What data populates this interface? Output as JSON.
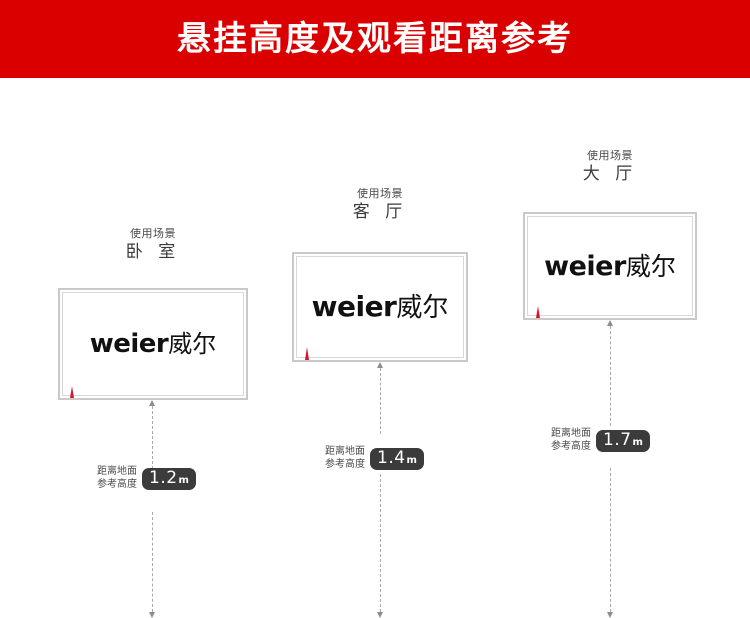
{
  "header": {
    "title": "悬挂高度及观看距离参考",
    "background_color": "#db0000",
    "text_color": "#ffffff"
  },
  "logo": {
    "latin": "weier",
    "cjk": "威尔",
    "mark_color": "#d7142b",
    "text_color": "#111111"
  },
  "scenes": [
    {
      "caption_small": "使用场景",
      "caption_big": "卧 室",
      "measure_line1": "距离地面",
      "measure_line2": "参考高度",
      "badge_value": "1.2",
      "badge_unit": "m"
    },
    {
      "caption_small": "使用场景",
      "caption_big": "客 厅",
      "measure_line1": "距离地面",
      "measure_line2": "参考高度",
      "badge_value": "1.4",
      "badge_unit": "m"
    },
    {
      "caption_small": "使用场景",
      "caption_big": "大 厅",
      "measure_line1": "距离地面",
      "measure_line2": "参考高度",
      "badge_value": "1.7",
      "badge_unit": "m"
    }
  ]
}
